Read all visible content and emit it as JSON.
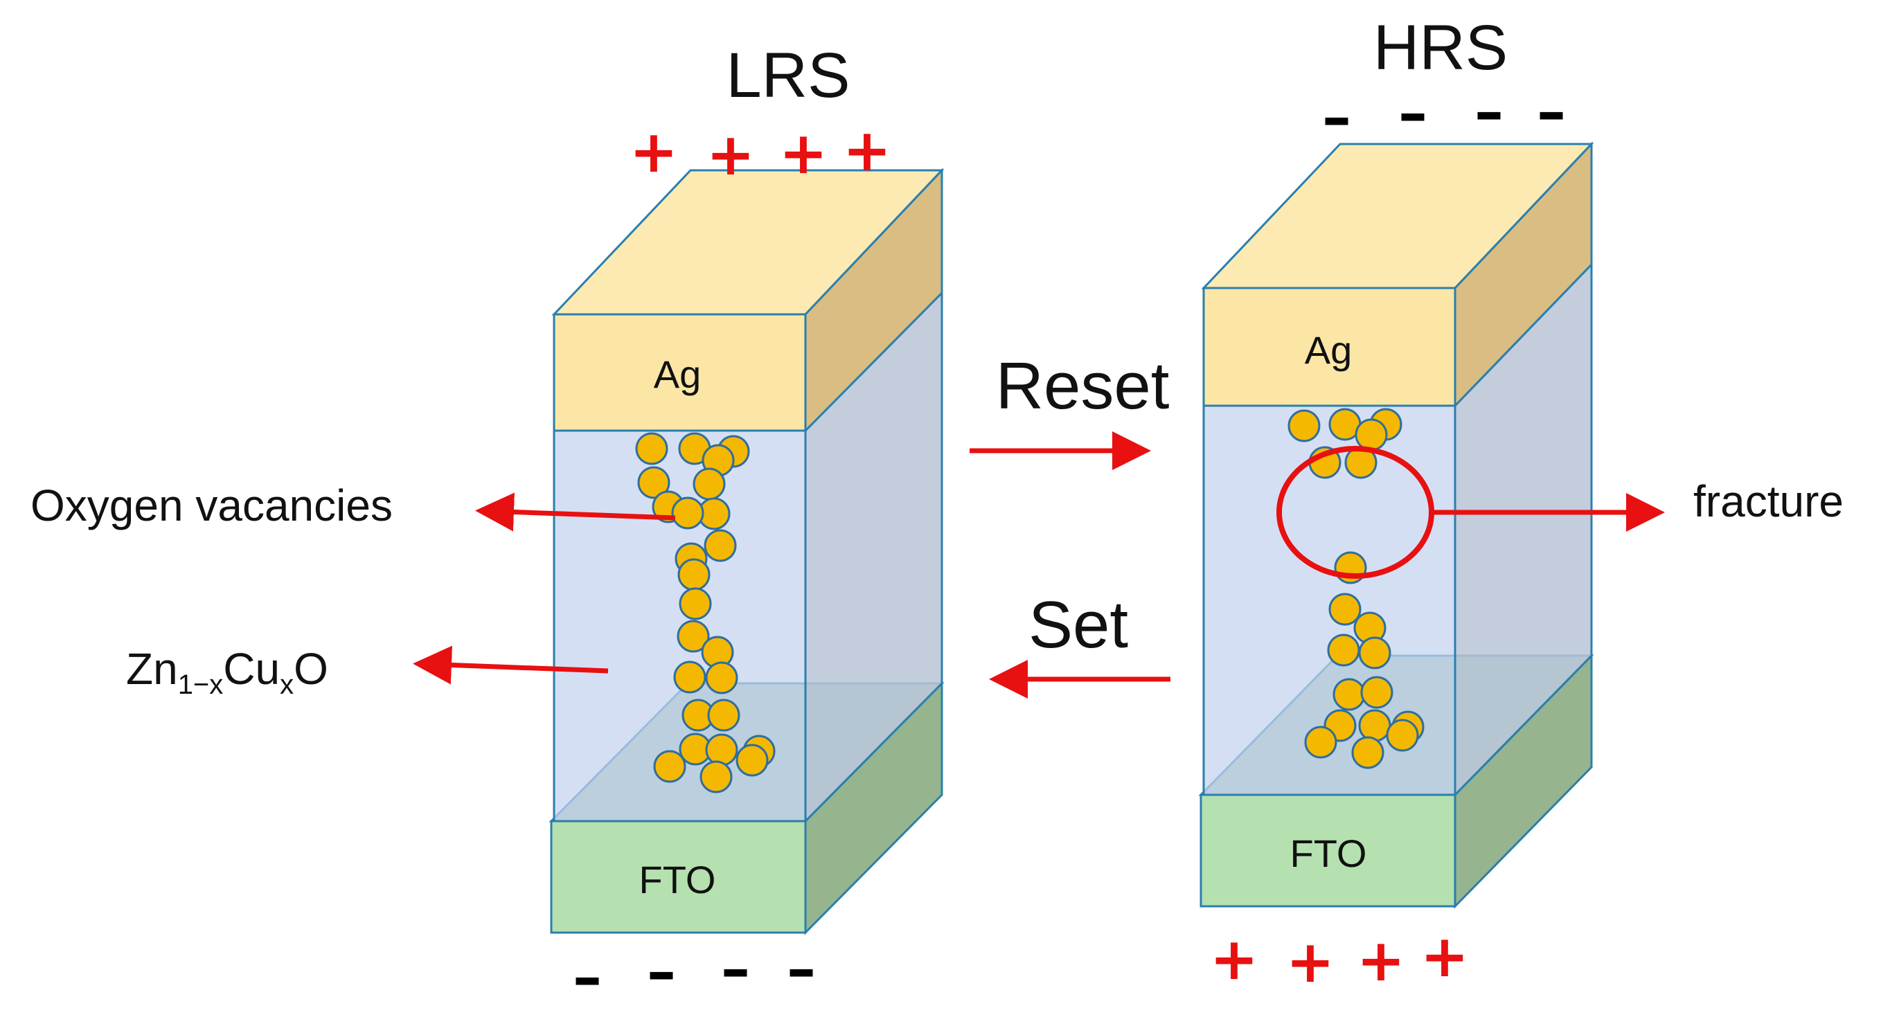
{
  "left_device": {
    "state_label": "LRS",
    "top_charges": [
      "+",
      "+",
      "+",
      "+"
    ],
    "bottom_charges": [
      "–",
      "–",
      "–",
      "–"
    ],
    "top_electrode": "Ag",
    "bottom_electrode": "FTO"
  },
  "right_device": {
    "state_label": "HRS",
    "top_charges": [
      "–",
      "–",
      "–",
      "–"
    ],
    "bottom_charges": [
      "+",
      "+",
      "+",
      "+"
    ],
    "top_electrode": "Ag",
    "bottom_electrode": "FTO"
  },
  "transitions": {
    "reset": "Reset",
    "set": "Set"
  },
  "annotations": {
    "oxygen_vacancies": "Oxygen vacancies",
    "film_main": "Zn",
    "film_sub1": "1−x",
    "film_mid": "Cu",
    "film_sub2": "x",
    "film_end": "O",
    "fracture": "fracture"
  },
  "colors": {
    "ag_front": "#FBE6A6",
    "ag_top": "#FCEAB2",
    "ag_side": "#D9BD82",
    "oxide_front": "#C5D3EE",
    "oxide_side": "#B8C4D6",
    "fto_front": "#B5E0B0",
    "fto_top": "#A3C7B4",
    "fto_side": "#96B48E",
    "outline": "#2A7FAE",
    "vacancy": "#F5B800",
    "vacancy_edge": "#2E6E9E",
    "arrow": "#E81010"
  }
}
